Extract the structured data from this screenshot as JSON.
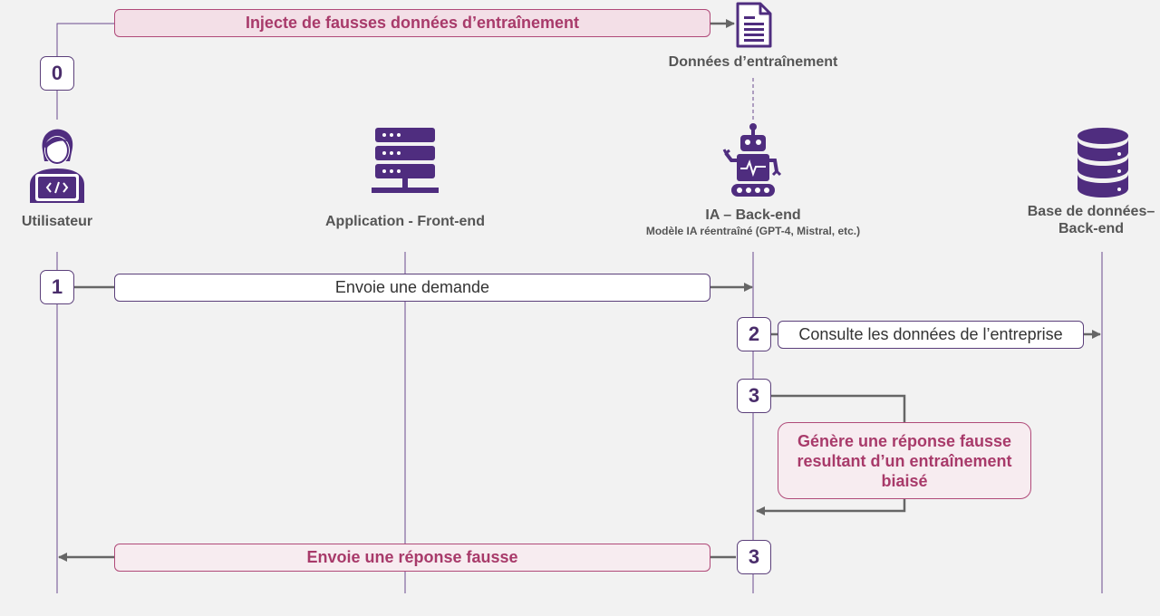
{
  "actors": {
    "user": {
      "label": "Utilisateur",
      "icon": "developer-user-icon"
    },
    "frontend": {
      "label": "Application - Front-end",
      "icon": "server-icon"
    },
    "ai": {
      "label": "IA – Back-end",
      "sublabel": "Modèle IA réentraîné (GPT-4, Mistral, etc.)",
      "icon": "robot-icon"
    },
    "database": {
      "label_line1": "Base de données–",
      "label_line2": "Back-end",
      "icon": "database-icon"
    },
    "training_data": {
      "label": "Données d’entraînement",
      "icon": "document-icon"
    }
  },
  "steps": {
    "s0": {
      "number": "0",
      "label": "Injecte de fausses données d’entraînement"
    },
    "s1": {
      "number": "1",
      "label": "Envoie une demande"
    },
    "s2": {
      "number": "2",
      "label": "Consulte les données de l’entreprise"
    },
    "s3a": {
      "number": "3",
      "label": "Génère une réponse fausse resultant d’un entraînement biaisé"
    },
    "s3b": {
      "number": "3",
      "label": "Envoie une réponse fausse"
    }
  },
  "colors": {
    "background": "#f2f2f2",
    "accent_purple": "#4f2d7f",
    "malicious_text": "#a83a6a",
    "malicious_fill": "#f3dfe7",
    "arrow_gray": "#666666"
  }
}
